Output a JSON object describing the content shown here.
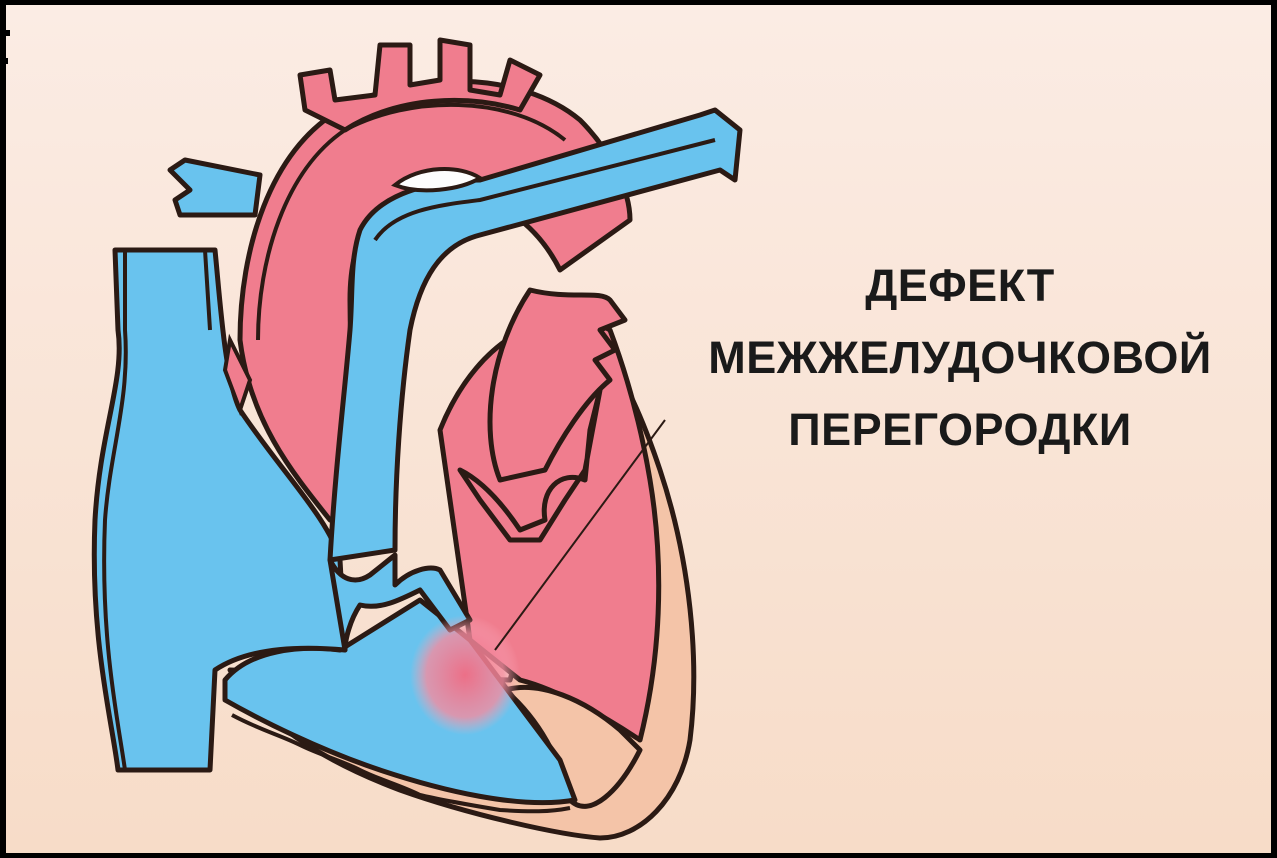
{
  "label": {
    "line1": "ДЕФЕКТ",
    "line2": "МЕЖЖЕЛУДОЧКОВОЙ",
    "line3": "ПЕРЕГОРОДКИ"
  },
  "colors": {
    "background": "#fbece4",
    "oxygen_poor_blood": "#69c3ee",
    "oxygen_rich_blood": "#f07d8e",
    "heart_wall": "#f4c4a8",
    "outline": "#2b1a14"
  }
}
